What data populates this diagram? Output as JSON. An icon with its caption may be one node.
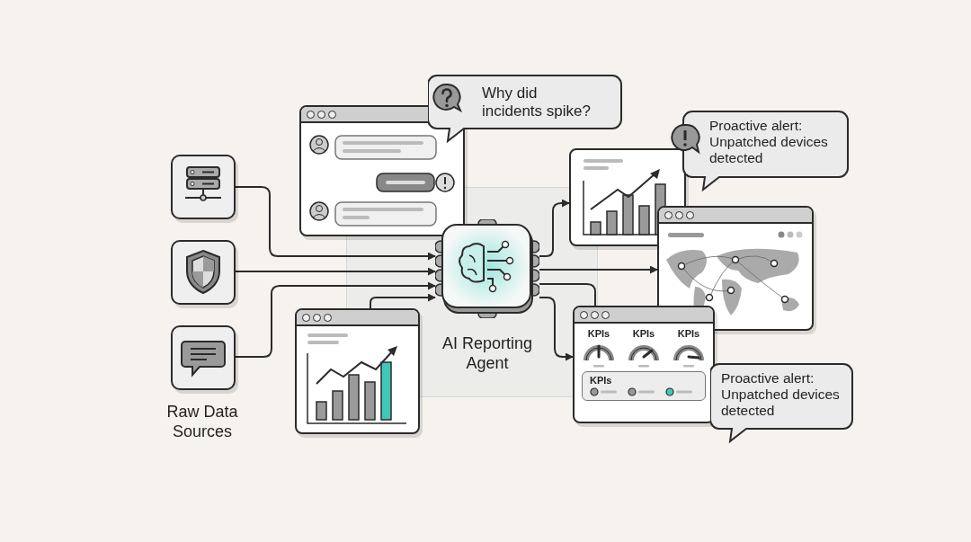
{
  "diagram": {
    "nodes": [
      {
        "text": [],
        "shape": "picture"
      },
      {
        "text": [],
        "shape": "picture"
      },
      {
        "text": [],
        "shape": "picture"
      },
      {
        "text": [],
        "shape": "picture"
      },
      {
        "text": [
          "Why did incidents spike?"
        ]
      },
      {
        "text": [],
        "shape": "picture"
      },
      {
        "text": [],
        "shape": "picture",
        "beside": [
          "AI Reporting Agent"
        ]
      },
      {
        "text": [],
        "shape": "picture"
      },
      {
        "text": [
          "Proactive alert: Unpatched devices detected"
        ]
      },
      {
        "text": [],
        "shape": "picture"
      },
      {
        "text": [
          "KPIs",
          "KPIs",
          "KPIs",
          "KPIs"
        ]
      },
      {
        "text": [
          "Proactive alert: Unpatched devices detected"
        ]
      }
    ],
    "edges": [
      {
        "from": 0,
        "to": 6,
        "arrow": "to"
      },
      {
        "from": 1,
        "to": 6,
        "arrow": "to"
      },
      {
        "from": 2,
        "to": 6,
        "arrow": "to"
      },
      {
        "from": 5,
        "to": 6,
        "arrow": "to"
      },
      {
        "from": 6,
        "to": 7,
        "arrow": "to"
      },
      {
        "from": 6,
        "to": 9,
        "arrow": "to"
      },
      {
        "from": 6,
        "to": 10,
        "arrow": "none"
      },
      {
        "from": 6,
        "to": 10,
        "arrow": "to"
      }
    ],
    "labels": [
      "Raw Data Sources"
    ]
  }
}
